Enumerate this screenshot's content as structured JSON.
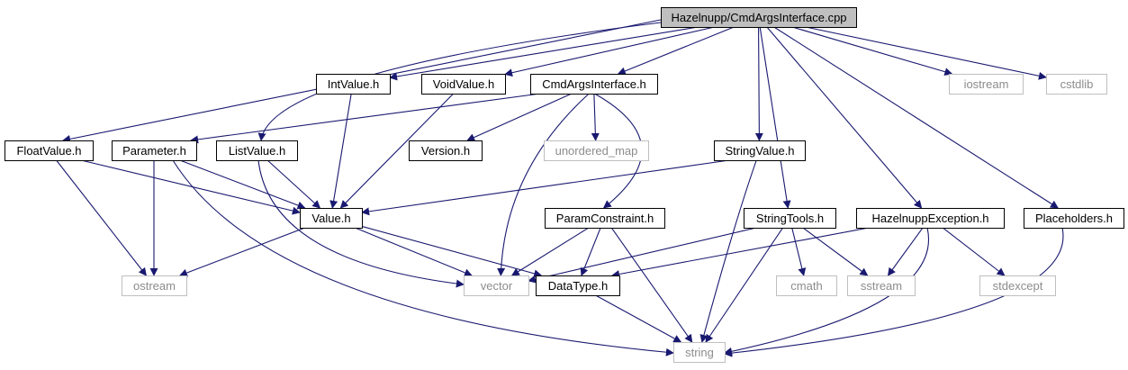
{
  "colors": {
    "edge": "#191970",
    "node_border": "#000000",
    "external_border": "#bfbfbf",
    "root_fill": "#bfbfbf",
    "node_fill": "#ffffff",
    "text": "#000000",
    "external_text": "#8c8c8c"
  },
  "nodes": [
    {
      "id": "root",
      "label": "Hazelnupp/CmdArgsInterface.cpp",
      "kind": "root"
    },
    {
      "id": "intvalue",
      "label": "IntValue.h",
      "kind": "file"
    },
    {
      "id": "voidvalue",
      "label": "VoidValue.h",
      "kind": "file"
    },
    {
      "id": "cmdargs",
      "label": "CmdArgsInterface.h",
      "kind": "file"
    },
    {
      "id": "iostream",
      "label": "iostream",
      "kind": "external"
    },
    {
      "id": "cstdlib",
      "label": "cstdlib",
      "kind": "external"
    },
    {
      "id": "floatvalue",
      "label": "FloatValue.h",
      "kind": "file"
    },
    {
      "id": "parameter",
      "label": "Parameter.h",
      "kind": "file"
    },
    {
      "id": "listvalue",
      "label": "ListValue.h",
      "kind": "file"
    },
    {
      "id": "version",
      "label": "Version.h",
      "kind": "file"
    },
    {
      "id": "unordered",
      "label": "unordered_map",
      "kind": "external"
    },
    {
      "id": "stringvalue",
      "label": "StringValue.h",
      "kind": "file"
    },
    {
      "id": "value",
      "label": "Value.h",
      "kind": "file"
    },
    {
      "id": "paramconstraint",
      "label": "ParamConstraint.h",
      "kind": "file"
    },
    {
      "id": "stringtools",
      "label": "StringTools.h",
      "kind": "file"
    },
    {
      "id": "hazexception",
      "label": "HazelnuppException.h",
      "kind": "file"
    },
    {
      "id": "placeholders",
      "label": "Placeholders.h",
      "kind": "file"
    },
    {
      "id": "ostream",
      "label": "ostream",
      "kind": "external"
    },
    {
      "id": "vector",
      "label": "vector",
      "kind": "external"
    },
    {
      "id": "datatype",
      "label": "DataType.h",
      "kind": "file"
    },
    {
      "id": "cmath",
      "label": "cmath",
      "kind": "external"
    },
    {
      "id": "sstream",
      "label": "sstream",
      "kind": "external"
    },
    {
      "id": "stdexcept",
      "label": "stdexcept",
      "kind": "external"
    },
    {
      "id": "string",
      "label": "string",
      "kind": "external"
    }
  ],
  "edges": [
    [
      "root",
      "intvalue"
    ],
    [
      "root",
      "voidvalue"
    ],
    [
      "root",
      "cmdargs"
    ],
    [
      "root",
      "iostream"
    ],
    [
      "root",
      "cstdlib"
    ],
    [
      "root",
      "floatvalue"
    ],
    [
      "root",
      "listvalue"
    ],
    [
      "root",
      "stringvalue"
    ],
    [
      "root",
      "stringtools"
    ],
    [
      "root",
      "hazexception"
    ],
    [
      "root",
      "placeholders"
    ],
    [
      "intvalue",
      "value"
    ],
    [
      "voidvalue",
      "value"
    ],
    [
      "cmdargs",
      "parameter"
    ],
    [
      "cmdargs",
      "version"
    ],
    [
      "cmdargs",
      "unordered"
    ],
    [
      "cmdargs",
      "vector"
    ],
    [
      "cmdargs",
      "paramconstraint"
    ],
    [
      "floatvalue",
      "value"
    ],
    [
      "floatvalue",
      "ostream"
    ],
    [
      "parameter",
      "value"
    ],
    [
      "parameter",
      "ostream"
    ],
    [
      "parameter",
      "string"
    ],
    [
      "listvalue",
      "value"
    ],
    [
      "listvalue",
      "vector"
    ],
    [
      "stringvalue",
      "value"
    ],
    [
      "stringvalue",
      "string"
    ],
    [
      "value",
      "ostream"
    ],
    [
      "value",
      "vector"
    ],
    [
      "value",
      "datatype"
    ],
    [
      "paramconstraint",
      "vector"
    ],
    [
      "paramconstraint",
      "datatype"
    ],
    [
      "paramconstraint",
      "string"
    ],
    [
      "stringtools",
      "vector"
    ],
    [
      "stringtools",
      "cmath"
    ],
    [
      "stringtools",
      "sstream"
    ],
    [
      "stringtools",
      "string"
    ],
    [
      "hazexception",
      "datatype"
    ],
    [
      "hazexception",
      "sstream"
    ],
    [
      "hazexception",
      "stdexcept"
    ],
    [
      "hazexception",
      "string"
    ],
    [
      "placeholders",
      "string"
    ],
    [
      "datatype",
      "string"
    ]
  ]
}
